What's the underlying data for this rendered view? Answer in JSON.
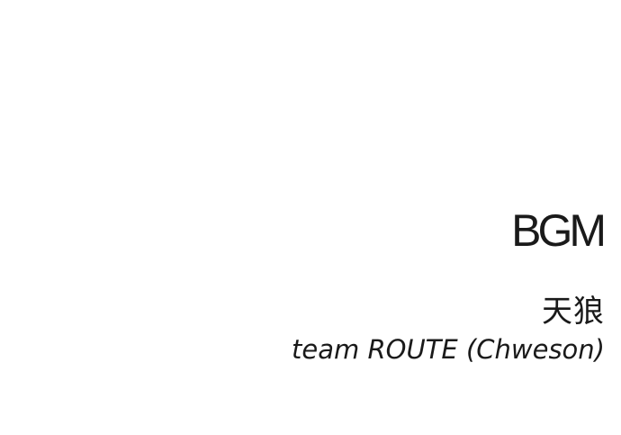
{
  "credits": {
    "heading": "BGM",
    "artist": "天狼",
    "team": "team ROUTE (Chweson)"
  }
}
